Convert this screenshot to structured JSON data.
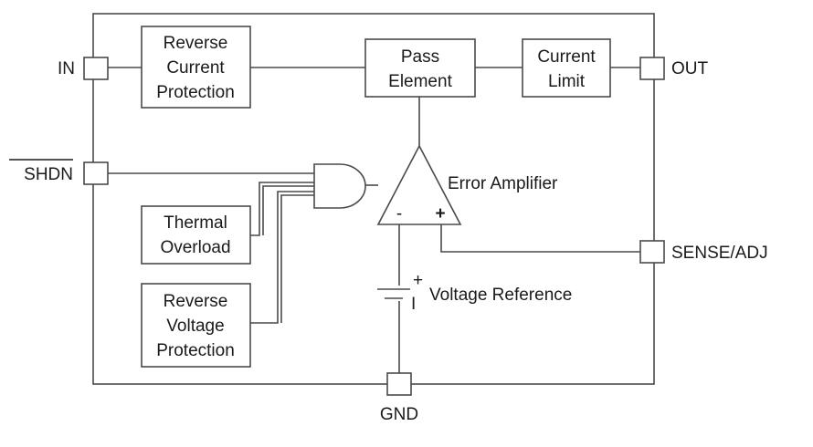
{
  "blocks": {
    "reverse_current": [
      "Reverse",
      "Current",
      "Protection"
    ],
    "pass_element": [
      "Pass",
      "Element"
    ],
    "current_limit": [
      "Current",
      "Limit"
    ],
    "thermal_overload": [
      "Thermal",
      "Overload"
    ],
    "reverse_voltage": [
      "Reverse",
      "Voltage",
      "Protection"
    ]
  },
  "pins": {
    "in": "IN",
    "out": "OUT",
    "shdn": "SHDN",
    "sense_adj": "SENSE/ADJ",
    "gnd": "GND"
  },
  "labels": {
    "error_amplifier": "Error Amplifier",
    "voltage_reference": "Voltage Reference",
    "minus": "-",
    "plus": "+",
    "ref_plus": "+",
    "ref_minus": "I"
  }
}
